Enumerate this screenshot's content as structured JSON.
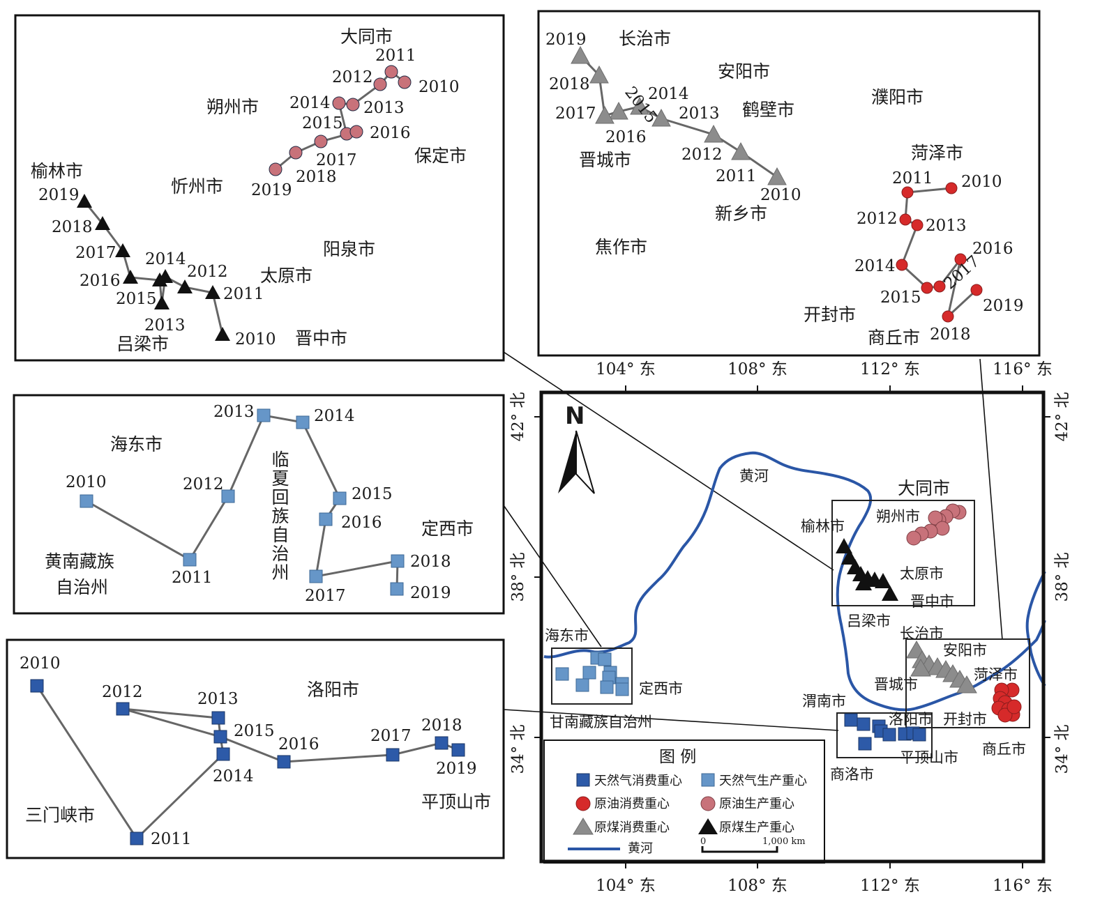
{
  "colors": {
    "gas_consumption": "#2d5aa8",
    "gas_production": "#6696c8",
    "oil_consumption": "#d62a2a",
    "oil_production": "#c8727a",
    "coal_consumption": "#8c8c8c",
    "coal_production": "#111111",
    "river": "#2a56a6",
    "trend_line": "#666666"
  },
  "main_map": {
    "north_label": "N",
    "river_label": "黄河",
    "lon_ticks": [
      "104° 东",
      "108° 东",
      "112° 东",
      "116° 东"
    ],
    "lat_ticks": [
      "42° 北",
      "38° 北",
      "34° 北"
    ],
    "places": {
      "datong": "大同市",
      "shuozhou": "朔州市",
      "yulin": "榆林市",
      "taiyuan": "太原市",
      "jinzhong": "晋中市",
      "lvliang": "吕梁市",
      "changzhi": "长治市",
      "anyang": "安阳市",
      "heze": "菏泽市",
      "jincheng": "晋城市",
      "weinan": "渭南市",
      "luoyang": "洛阳市",
      "kaifeng": "开封市",
      "shangqiu": "商丘市",
      "pingdingshan": "平顶山市",
      "shangluo": "商洛市",
      "haidong": "海东市",
      "dingxi": "定西市",
      "gannan": "甘南藏族自治州"
    },
    "legend": {
      "title": "图  例",
      "gas_consumption": "天然气消费重心",
      "gas_production": "天然气生产重心",
      "oil_consumption": "原油消费重心",
      "oil_production": "原油生产重心",
      "coal_consumption": "原煤消费重心",
      "coal_production": "原煤生产重心",
      "river": "黄河",
      "scale_zero": "0",
      "scale_end": "1,000 km"
    }
  },
  "insets": {
    "shanxi": {
      "places": {
        "datong": "大同市",
        "shuozhou": "朔州市",
        "baoding": "保定市",
        "yulin": "榆林市",
        "xinzhou": "忻州市",
        "yangquan": "阳泉市",
        "taiyuan": "太原市",
        "jinzhong": "晋中市",
        "lvliang": "吕梁市"
      },
      "oil_production_years": [
        "2010",
        "2011",
        "2012",
        "2013",
        "2014",
        "2015",
        "2016",
        "2017",
        "2018",
        "2019"
      ],
      "coal_production_years": [
        "2010",
        "2011",
        "2012",
        "2013",
        "2014",
        "2015",
        "2016",
        "2017",
        "2018",
        "2019"
      ]
    },
    "henan": {
      "places": {
        "changzhi": "长治市",
        "anyang": "安阳市",
        "puyang": "濮阳市",
        "hebi": "鹤壁市",
        "heze": "菏泽市",
        "jincheng": "晋城市",
        "xinxiang": "新乡市",
        "jiaozuo": "焦作市",
        "kaifeng": "开封市",
        "shangqiu": "商丘市"
      },
      "coal_consumption_years": [
        "2010",
        "2011",
        "2012",
        "2013",
        "2014",
        "2015",
        "2016",
        "2017",
        "2018",
        "2019"
      ],
      "oil_consumption_years": [
        "2010",
        "2011",
        "2012",
        "2013",
        "2014",
        "2015",
        "2016",
        "2017",
        "2018",
        "2019"
      ]
    },
    "gansu": {
      "places": {
        "haidong": "海东市",
        "linxia": "临夏回族自治州",
        "dingxi": "定西市",
        "gannan_line1": "黄南藏族",
        "gannan_line2": "自治州"
      },
      "gas_production_years": [
        "2010",
        "2011",
        "2012",
        "2013",
        "2014",
        "2015",
        "2016",
        "2017",
        "2018",
        "2019"
      ]
    },
    "luoyang": {
      "places": {
        "luoyang": "洛阳市",
        "sanmenxia": "三门峡市",
        "pingdingshan": "平顶山市"
      },
      "gas_consumption_years": [
        "2010",
        "2011",
        "2012",
        "2013",
        "2014",
        "2015",
        "2016",
        "2017",
        "2018",
        "2019"
      ]
    }
  }
}
